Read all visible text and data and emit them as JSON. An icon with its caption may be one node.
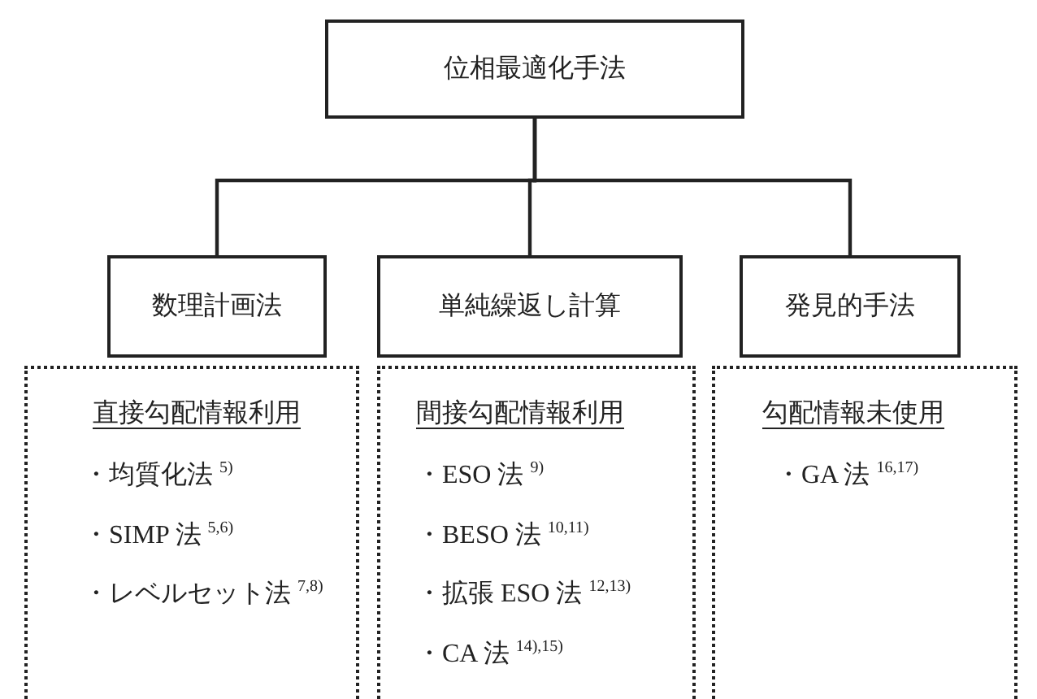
{
  "diagram": {
    "nodes": [
      {
        "text": [
          "位相最適化手法"
        ]
      },
      {
        "text": [
          "数理計画法"
        ]
      },
      {
        "text": [
          "単純繰返し計算"
        ]
      },
      {
        "text": [
          "発見的手法"
        ]
      },
      {
        "text": [
          "直接勾配情報利用",
          "・均質化法 $^{5)}$",
          "・SIMP 法 $^{5,6)}$",
          "・レベルセット法 $^{7,8)}$"
        ]
      },
      {
        "text": [
          "間接勾配情報利用",
          "・ESO 法 $^{9)}$",
          "・BESO 法 $^{10,11)}$",
          "・拡張 ESO 法 $^{12,13)}$",
          "・CA 法 $^{14),15)}$"
        ]
      },
      {
        "text": [
          "勾配情報未使用",
          "・GA 法 $^{16,17)}$"
        ]
      }
    ],
    "edges": [
      {
        "from": 0,
        "to": 1,
        "arrow": "none"
      },
      {
        "from": 0,
        "to": 2,
        "arrow": "none"
      },
      {
        "from": 0,
        "to": 3,
        "arrow": "none"
      }
    ]
  }
}
